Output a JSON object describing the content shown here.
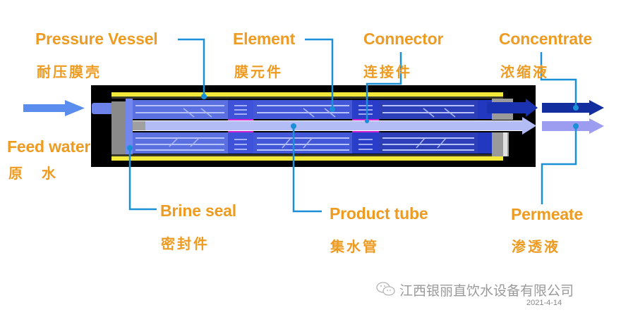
{
  "labels": {
    "pressure_vessel": {
      "en": "Pressure Vessel",
      "zh": "耐压膜壳"
    },
    "element": {
      "en": "Element",
      "zh": "膜元件"
    },
    "connector": {
      "en": "Connector",
      "zh": "连接件"
    },
    "concentrate": {
      "en": "Concentrate",
      "zh": "浓缩液"
    },
    "feed_water": {
      "en": "Feed water",
      "zh": "原 水"
    },
    "brine_seal": {
      "en": "Brine seal",
      "zh": "密封件"
    },
    "product_tube": {
      "en": "Product tube",
      "zh": "集水管"
    },
    "permeate": {
      "en": "Permeate",
      "zh": "渗透液"
    }
  },
  "watermark": {
    "icon": "wechat-icon",
    "company": "江西银丽直饮水设备有限公司",
    "date": "2021-4-14"
  },
  "colors": {
    "label": "#EE9B22",
    "leader_line": "#1B8FD8",
    "vessel_shell": "#F2E93A",
    "element_blue": "#5A6FE0",
    "connector_blue": "#2A3DC8",
    "product_tube": "#B3BCF5",
    "brine_seal": "#D21ED2",
    "feed_arrow": "#5B8DEF",
    "concentrate_arrow": "#132E9E",
    "permeate_arrow": "#9C9CF0"
  }
}
